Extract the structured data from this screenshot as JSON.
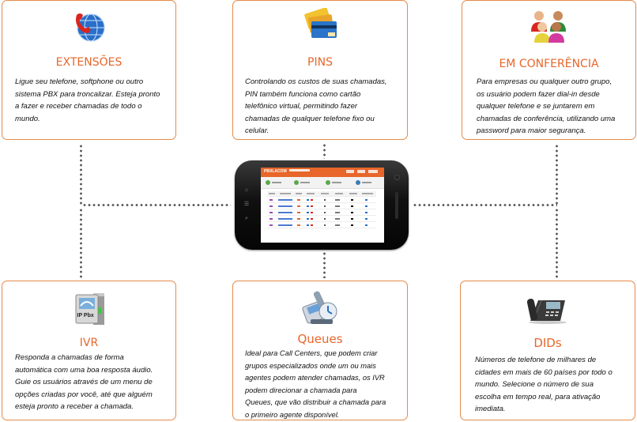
{
  "cards": {
    "extensoes": {
      "icon": "phone-globe-icon",
      "title": "EXTENSÕES",
      "lines": [
        "Ligue seu telefone, softphone ou outro",
        "sistema PBX para troncalizar. Esteja pronto",
        "a fazer e receber chamadas de todo o",
        "mundo."
      ]
    },
    "pins": {
      "icon": "credit-cards-icon",
      "title": "PINS",
      "lines": [
        "Controlando os custos de suas chamadas,",
        "PIN também funciona como cartão",
        "telefônico virtual, permitindo fazer",
        "chamadas de qualquer telefone fixo ou",
        "celular."
      ]
    },
    "conferencia": {
      "icon": "people-group-icon",
      "title": "EM CONFERÊNCIA",
      "lines": [
        "Para empresas ou qualquer outro grupo,",
        "os usuário podem fazer dial-in desde",
        "qualquer telefone e se juntarem em",
        "chamadas de conferência, utilizando uma",
        "password para maior segurança."
      ]
    },
    "ivr": {
      "icon": "ip-pbx-server-icon",
      "icon_label": "IP Pbx",
      "title": "IVR",
      "lines": [
        "Responda a chamadas de forma",
        "automática com uma boa resposta áudio.",
        "Guie os usuários através de um menu de",
        "opções criadas por você, até que alguém",
        "esteja pronto a receber a chamada."
      ]
    },
    "queues": {
      "icon": "call-center-phone-icon",
      "title": "Queues",
      "lines": [
        "Ideal para Call Centers, que podem criar",
        "grupos especializados onde um ou mais",
        "agentes podem atender chamadas, os IVR",
        "podem direcionar a chamada para",
        "Queues, que vão distribuir a chamada para",
        "o primeiro agente disponível."
      ]
    },
    "dids": {
      "icon": "desk-phone-icon",
      "title": "DIDs",
      "lines": [
        "Números de telefone de milhares de",
        "cidades em mais de 60 países por todo o",
        "mundo. Selecione o número de sua",
        "escolha em tempo real, para ativação",
        "imediata."
      ]
    }
  },
  "phone": {
    "icon": "smartphone-icon",
    "screen_logo": "PBXLACOM",
    "table_rows": 5
  },
  "colors": {
    "accent": "#e8662a",
    "border": "#e58a4a",
    "dots": "#555555"
  }
}
